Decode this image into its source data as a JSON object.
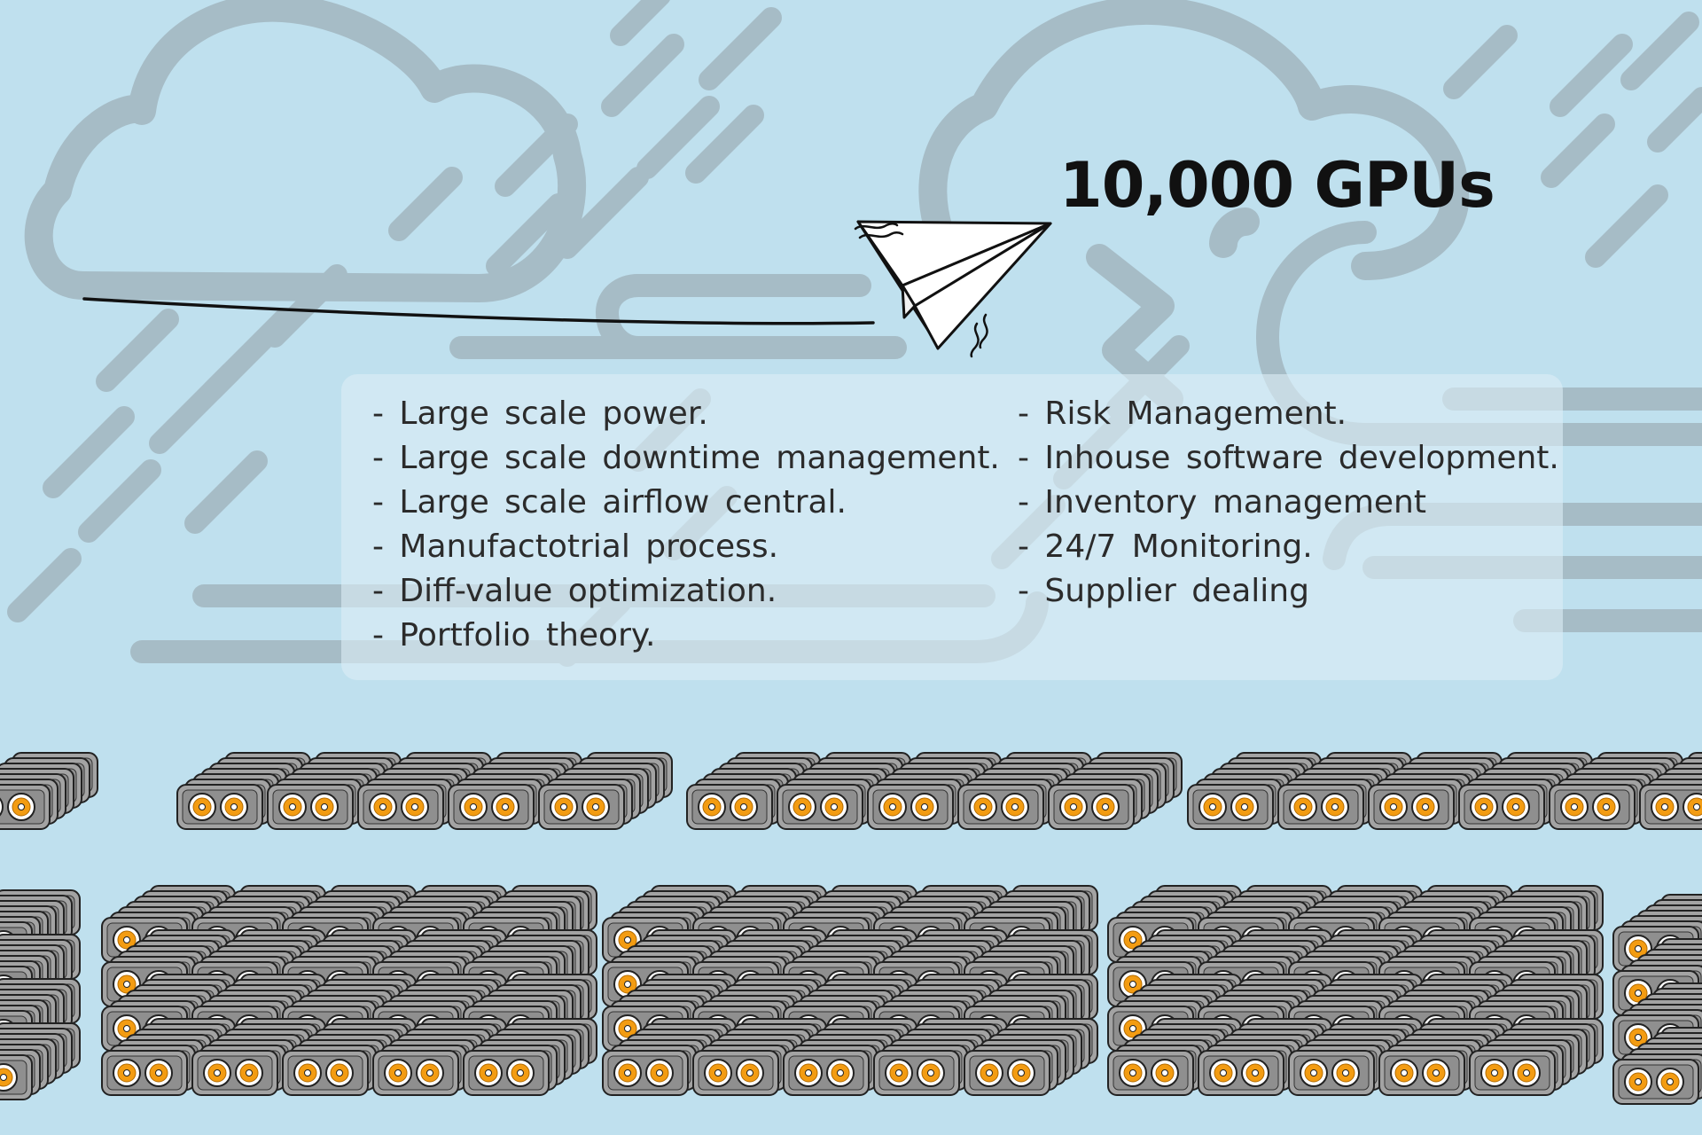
{
  "title": "10,000 GPUs",
  "icons": {
    "background": [
      "cloud-icon",
      "rain-icon",
      "lightning-icon",
      "wind-icon"
    ],
    "plane": "paper-plane-icon",
    "gpu": "gpu-card-icon"
  },
  "colors": {
    "background": "#bfe0ee",
    "weather_icons": "#a6bcc6",
    "gpu_body": "#a3a3a3",
    "gpu_fan": "#f39c12",
    "text": "#2b2b2b"
  },
  "left_items": [
    "- Large scale power.",
    "- Large scale downtime management.",
    "- Large scale airflow central.",
    "- Manufactotrial process.",
    "- Diff-value optimization.",
    "- Portfolio theory."
  ],
  "right_items": [
    "- Risk Management.",
    "- Inhouse software development.",
    "- Inventory management",
    "- 24/7 Monitoring.",
    "- Supplier dealing"
  ]
}
